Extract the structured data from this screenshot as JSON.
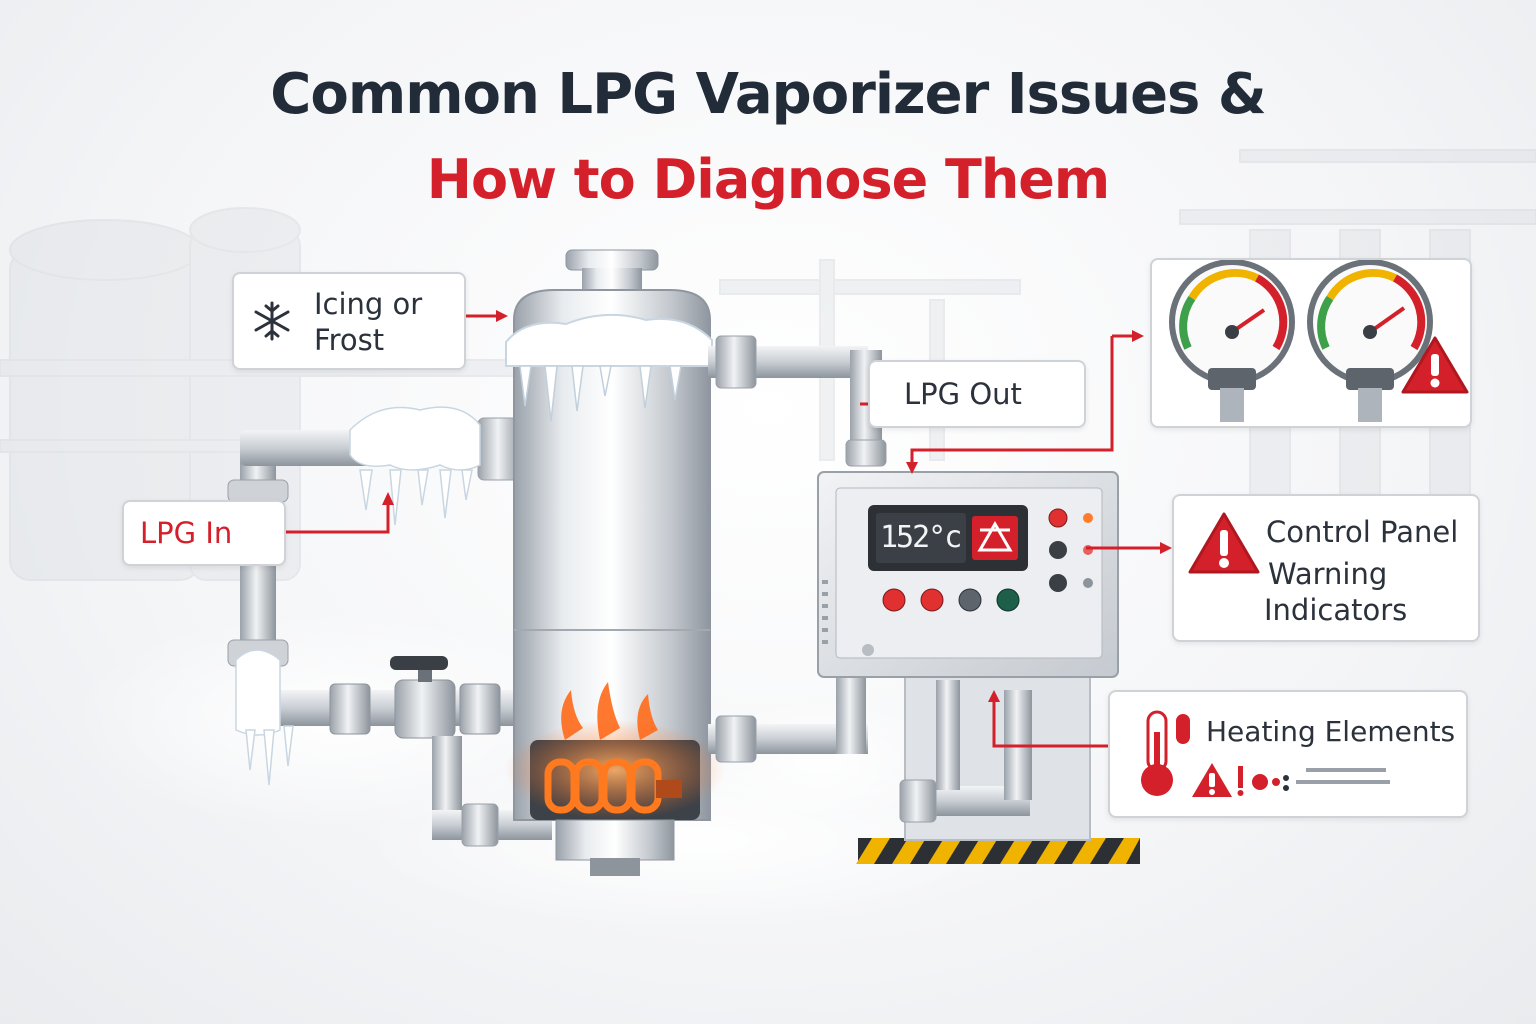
{
  "title": {
    "line1": "Common LPG Vaporizer Issues &",
    "line2": "How to Diagnose Them"
  },
  "callouts": {
    "icing": {
      "line1": "Icing or",
      "line2": "Frost",
      "icon": "snowflake-icon"
    },
    "lpg_in": {
      "label": "LPG In"
    },
    "lpg_out": {
      "label": "LPG Out"
    },
    "gauges": {
      "icon": "pressure-gauge-icon",
      "warning_icon": "warning-triangle-icon"
    },
    "control_panel": {
      "line1": "Control Panel",
      "line2": "Warning",
      "line3": "Indicators",
      "icon": "warning-triangle-icon"
    },
    "heating": {
      "label": "Heating Elements",
      "icon": "thermometer-icon"
    }
  },
  "panel": {
    "display_value": "152°c"
  },
  "colors": {
    "accent": "#d4202a",
    "title": "#222b38",
    "steel": "#b8bec6",
    "heater": "#ff6a1a"
  }
}
